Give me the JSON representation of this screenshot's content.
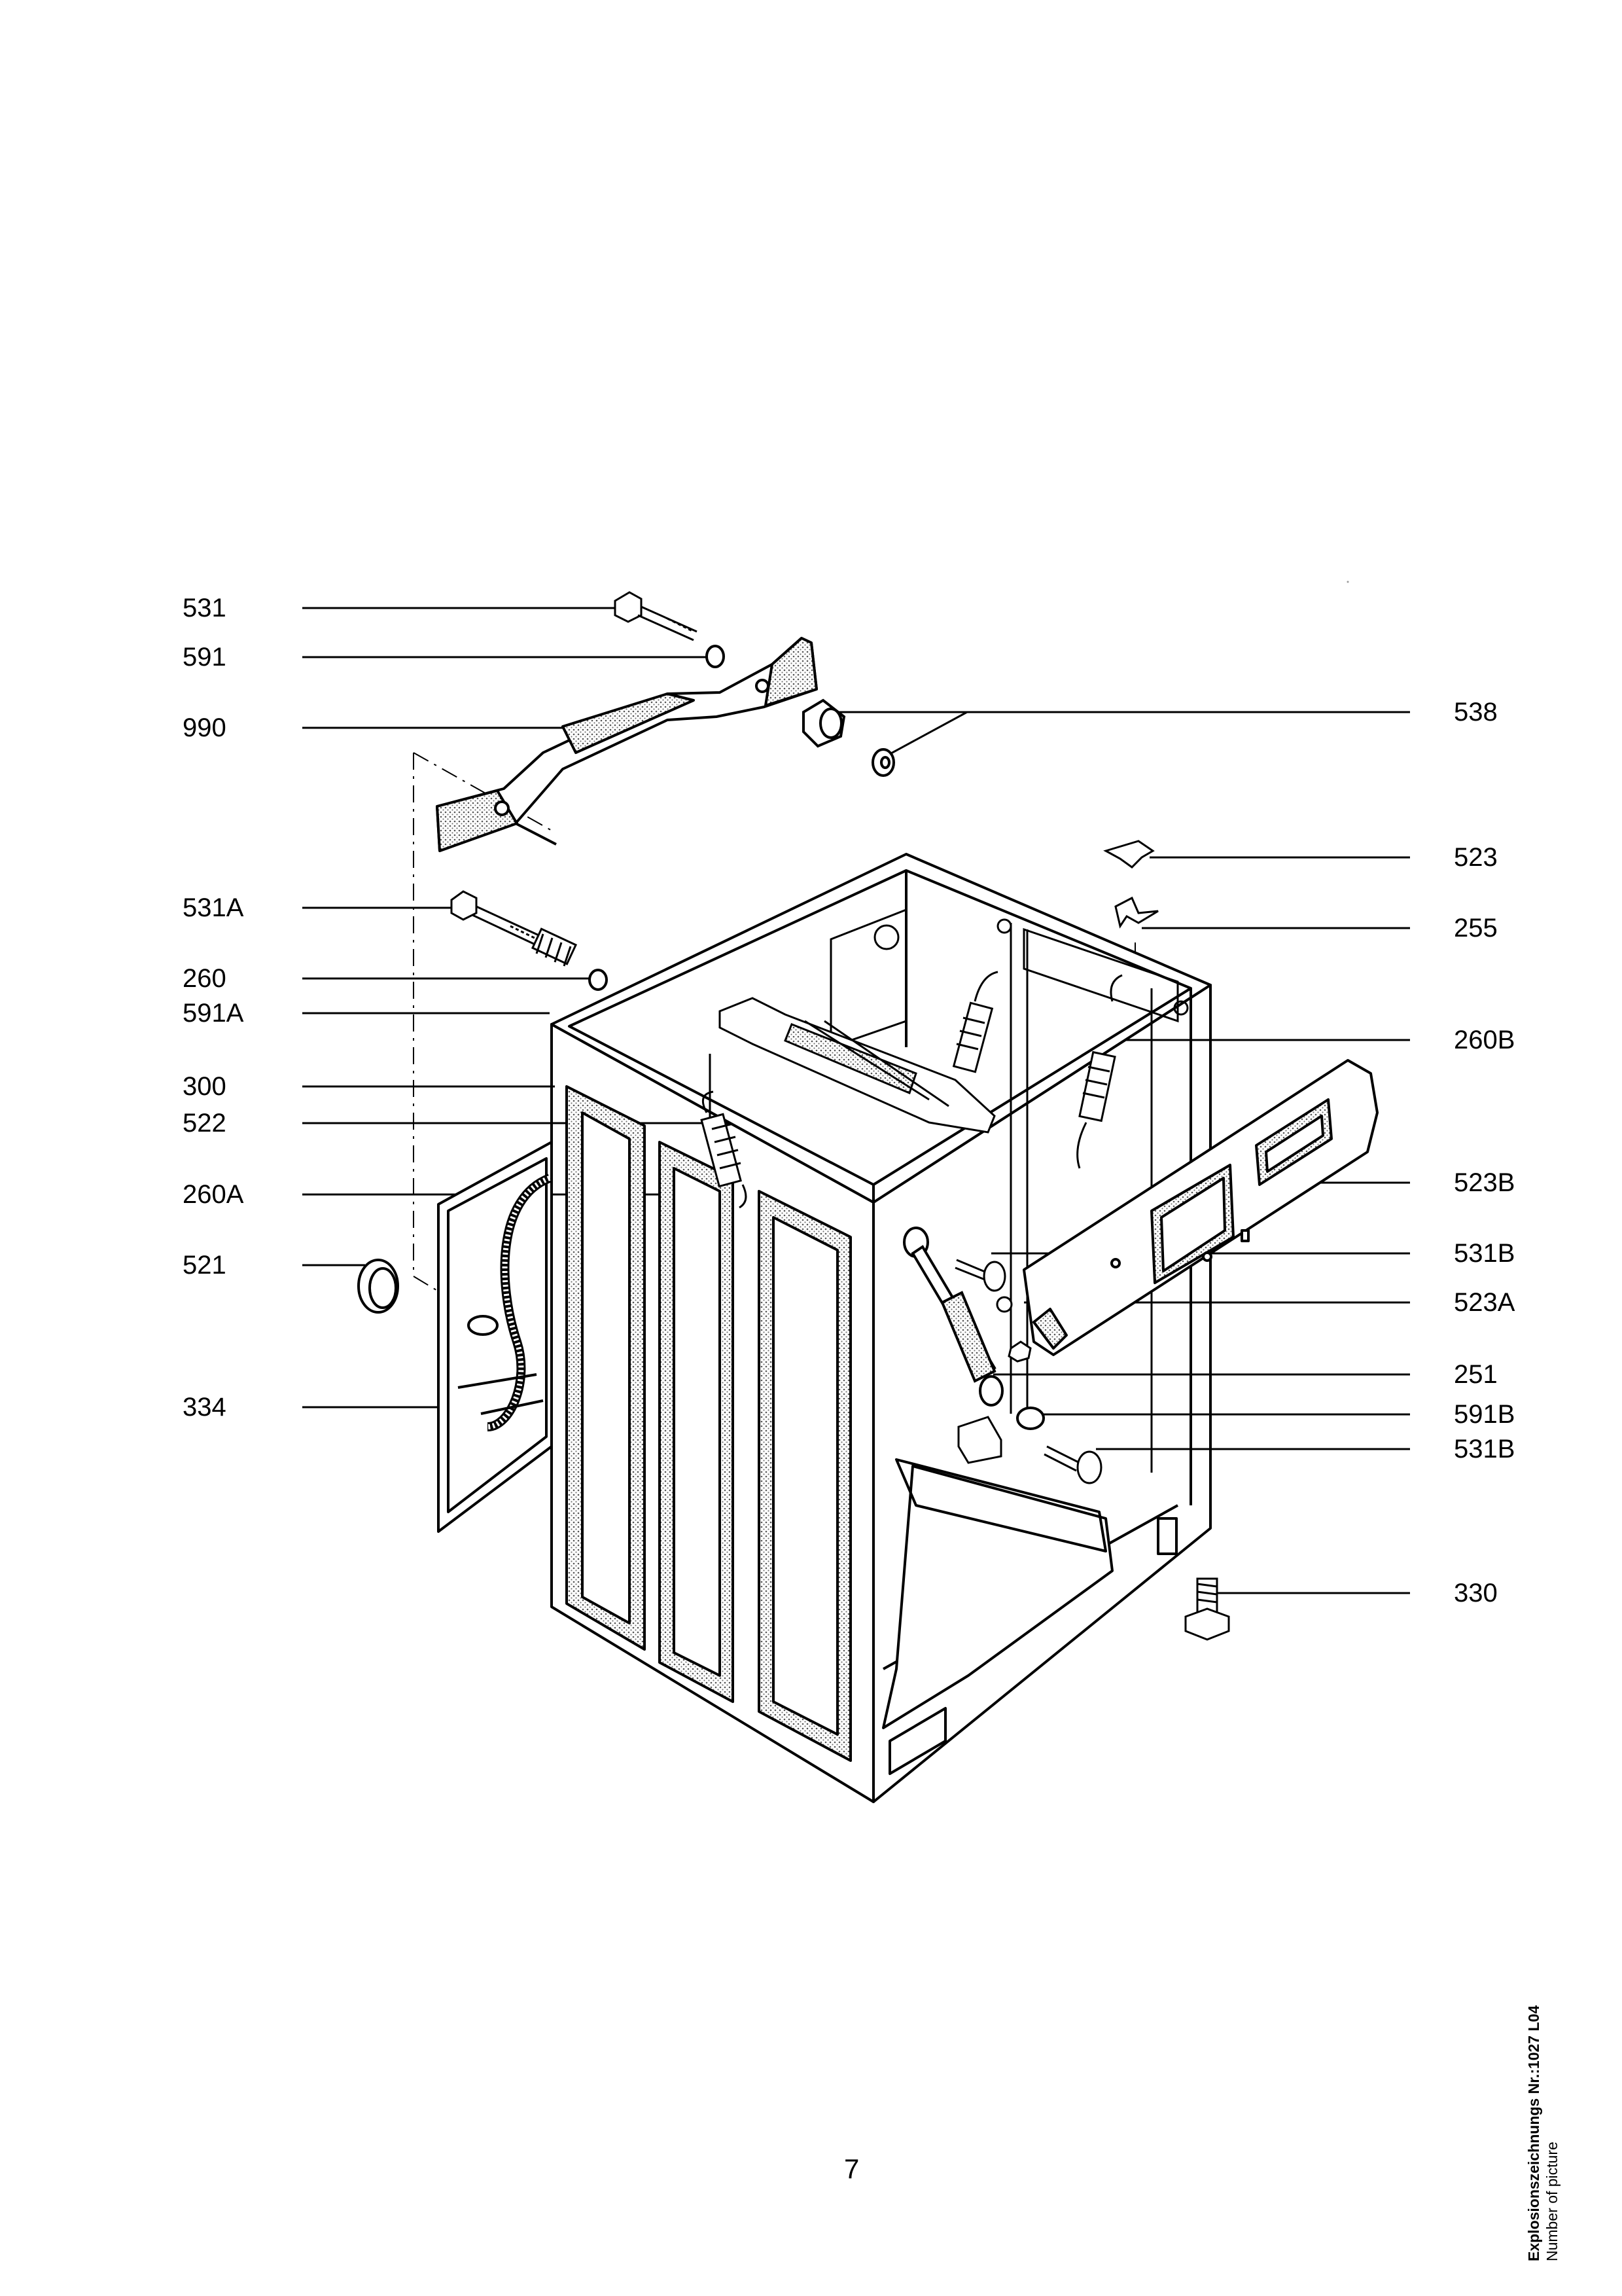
{
  "labels_left": [
    "531",
    "591",
    "990",
    "531A",
    "260",
    "591A",
    "300",
    "522",
    "260A",
    "521",
    "334"
  ],
  "labels_right": [
    "538",
    "523",
    "255",
    "260B",
    "523B",
    "531B",
    "523A",
    "251",
    "591B",
    "531B",
    "330"
  ],
  "page_number": "7",
  "caption": {
    "title": "Explosionszeichnungs Nr.:1027 L04",
    "subtitle": "Number of picture"
  }
}
